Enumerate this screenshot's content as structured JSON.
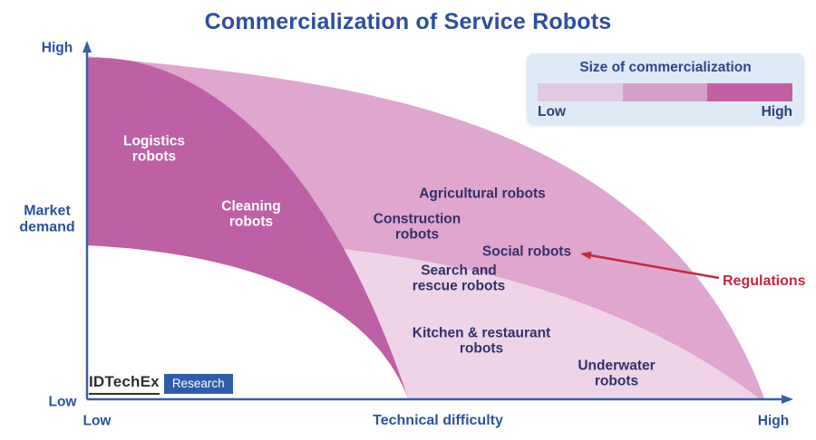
{
  "title": "Commercialization of Service Robots",
  "colors": {
    "title": "#2e4f9e",
    "axis_line": "#3a5dab",
    "axis_text": "#2d52a0",
    "band_high": "#bd60a6",
    "band_medium": "#dfa6d0",
    "band_low": "#efd4e9",
    "label_on_dark": "#ffffff",
    "label_on_light": "#333169",
    "annotation": "#c5273d",
    "legend_bg": "#dfeaf7",
    "legend_title": "#2c468f",
    "legend_text": "#2b3f71",
    "legend_seg_low": "#e0c8e0",
    "legend_seg_mid": "#d2a0c9",
    "legend_seg_high": "#c55fa4",
    "logo_box": "#2e5cab"
  },
  "axes": {
    "y_high": "High",
    "y_label": [
      "Market",
      "demand"
    ],
    "y_low": "Low",
    "x_low": "Low",
    "x_label": "Technical difficulty",
    "x_high": "High"
  },
  "legend": {
    "title": "Size of commercialization",
    "low": "Low",
    "high": "High"
  },
  "labels": {
    "logistics": {
      "lines": [
        "Logistics",
        "robots"
      ]
    },
    "cleaning": {
      "lines": [
        "Cleaning",
        "robots"
      ]
    },
    "agricultural": {
      "lines": [
        "Agricultural robots"
      ]
    },
    "construction": {
      "lines": [
        "Construction",
        "robots"
      ]
    },
    "social": {
      "lines": [
        "Social robots"
      ]
    },
    "search_rescue": {
      "lines": [
        "Search and",
        "rescue robots"
      ]
    },
    "kitchen": {
      "lines": [
        "Kitchen & restaurant",
        "robots"
      ]
    },
    "underwater": {
      "lines": [
        "Underwater",
        "robots"
      ]
    }
  },
  "annotation": {
    "text": "Regulations",
    "points_to": "Social robots"
  },
  "logo": {
    "name": "IDTechEx",
    "tag": "Research"
  },
  "chart_data": {
    "type": "area",
    "title": "Commercialization of Service Robots",
    "xlabel": "Technical difficulty",
    "ylabel": "Market demand",
    "x_range": [
      "Low",
      "High"
    ],
    "y_range": [
      "Low",
      "High"
    ],
    "legend": {
      "title": "Size of commercialization",
      "scale": [
        "Low",
        "High"
      ]
    },
    "bands": [
      {
        "commercialization": "high",
        "color": "#bd60a6",
        "robots": [
          "Logistics robots",
          "Cleaning robots"
        ]
      },
      {
        "commercialization": "medium",
        "color": "#dfa6d0",
        "robots": [
          "Agricultural robots",
          "Construction robots",
          "Social robots"
        ]
      },
      {
        "commercialization": "low",
        "color": "#efd4e9",
        "robots": [
          "Search and rescue robots",
          "Kitchen & restaurant robots",
          "Underwater robots"
        ]
      }
    ],
    "points": [
      {
        "label": "Logistics robots",
        "technical_difficulty": 0.1,
        "market_demand": 0.71,
        "commercialization": "high"
      },
      {
        "label": "Cleaning robots",
        "technical_difficulty": 0.23,
        "market_demand": 0.53,
        "commercialization": "high"
      },
      {
        "label": "Agricultural robots",
        "technical_difficulty": 0.56,
        "market_demand": 0.59,
        "commercialization": "medium"
      },
      {
        "label": "Construction robots",
        "technical_difficulty": 0.47,
        "market_demand": 0.49,
        "commercialization": "medium"
      },
      {
        "label": "Social robots",
        "technical_difficulty": 0.63,
        "market_demand": 0.42,
        "commercialization": "medium"
      },
      {
        "label": "Search and rescue robots",
        "technical_difficulty": 0.53,
        "market_demand": 0.34,
        "commercialization": "low"
      },
      {
        "label": "Kitchen & restaurant robots",
        "technical_difficulty": 0.56,
        "market_demand": 0.17,
        "commercialization": "low"
      },
      {
        "label": "Underwater robots",
        "technical_difficulty": 0.76,
        "market_demand": 0.07,
        "commercialization": "low"
      }
    ],
    "annotations": [
      {
        "text": "Regulations",
        "points_to": "Social robots"
      }
    ]
  }
}
